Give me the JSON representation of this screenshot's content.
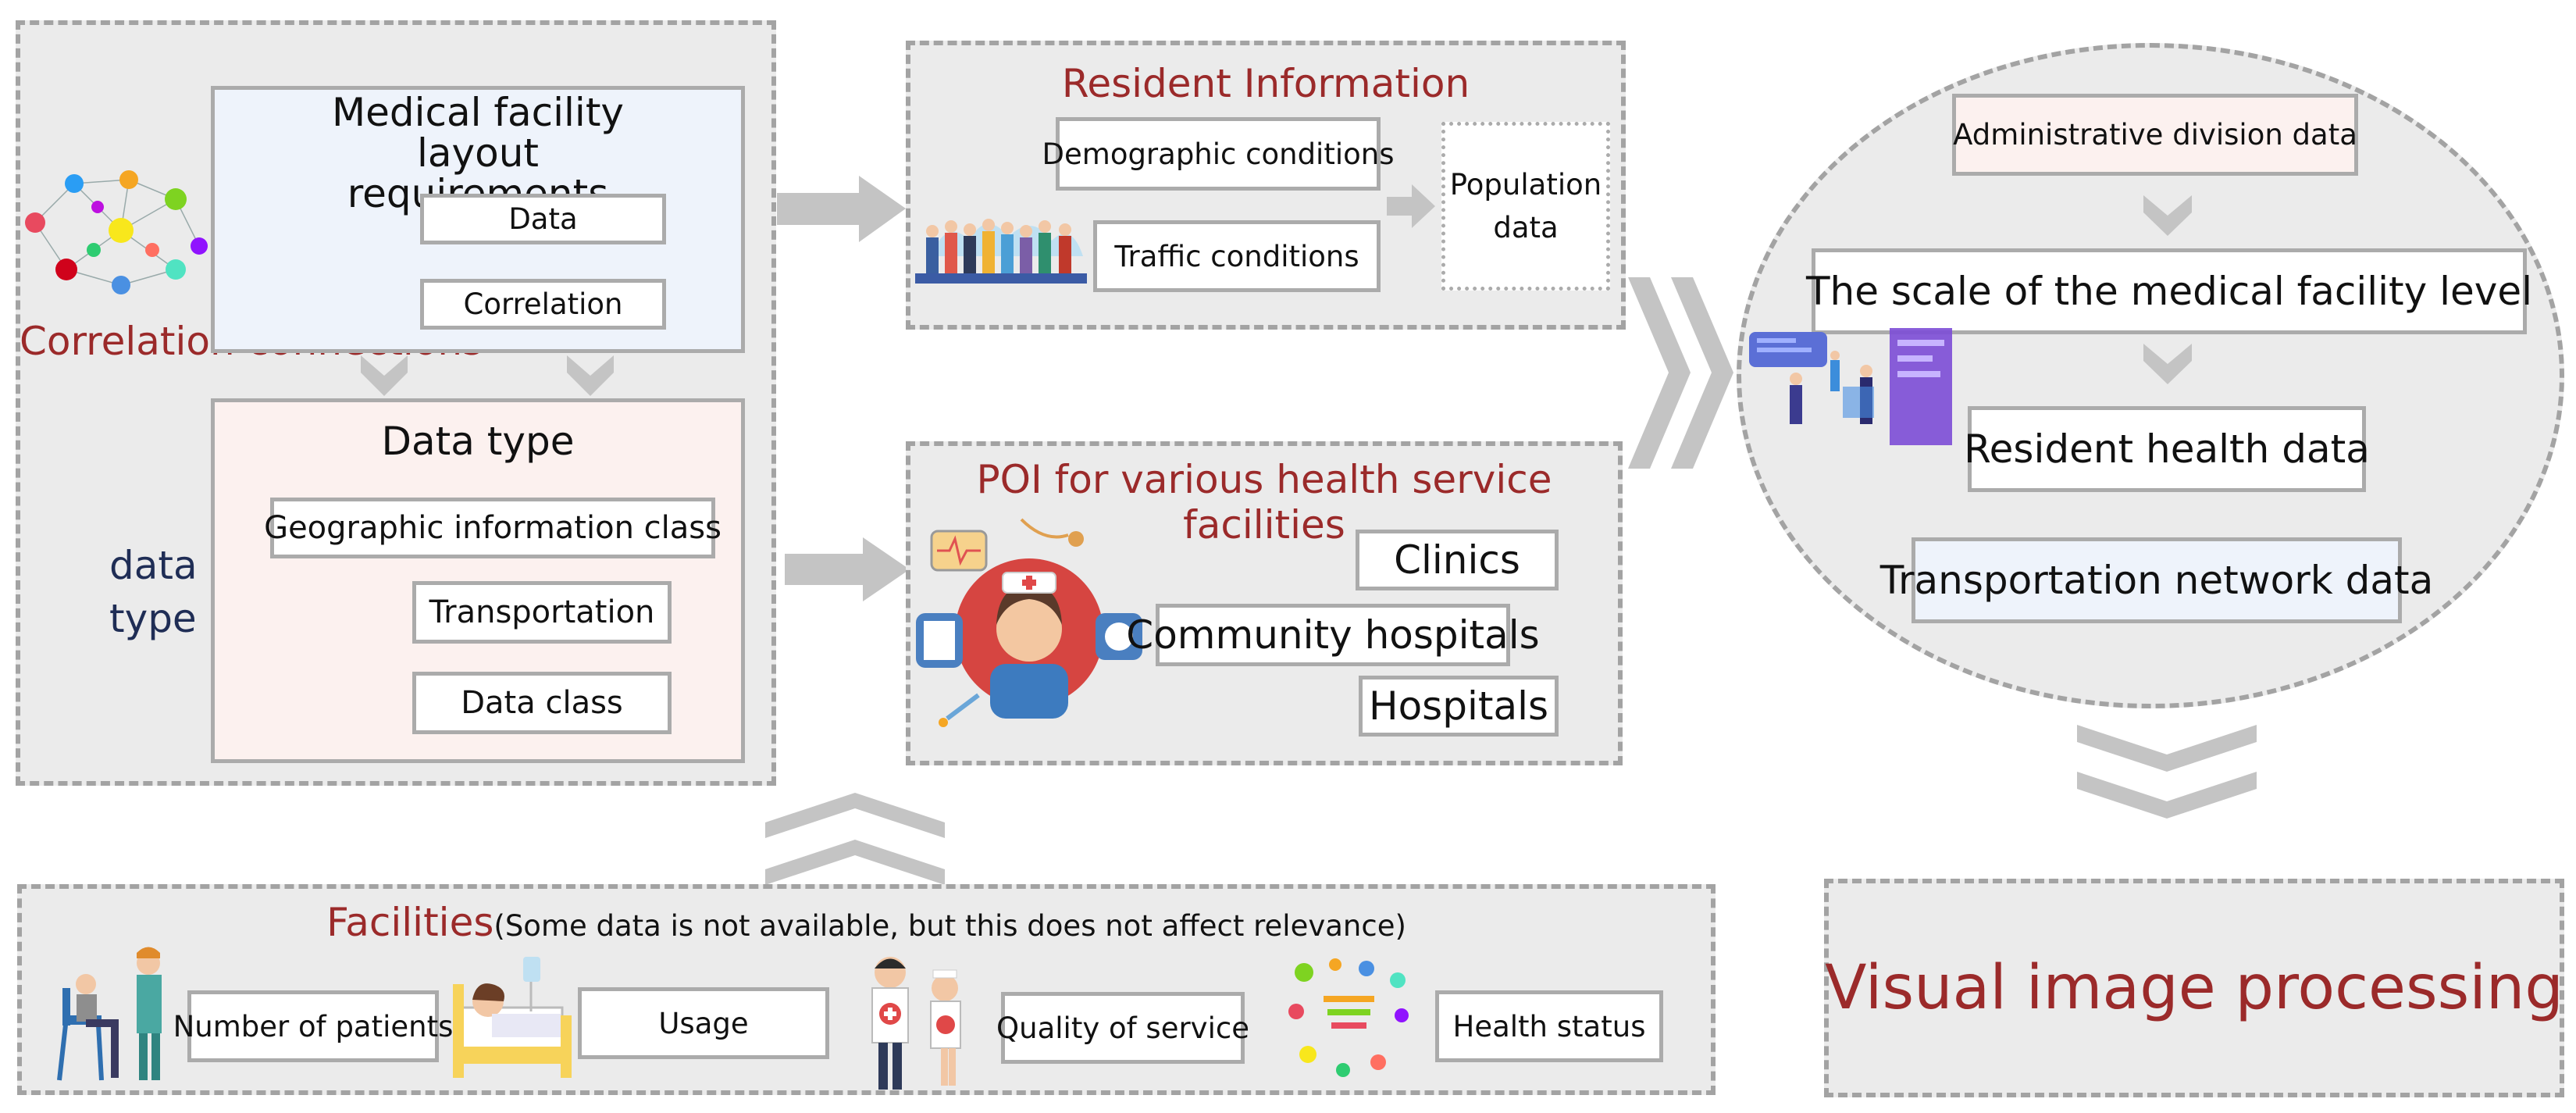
{
  "left_panel": {
    "requirements_title": "Medical facility layout requirements",
    "requirement_items": [
      "Data",
      "Correlation"
    ],
    "correlation_label": "Correlation connections",
    "data_type_side_label": "data type",
    "data_type_title": "Data type",
    "data_type_items": [
      "Geographic information class",
      "Transportation",
      "Data class"
    ]
  },
  "resident_panel": {
    "title": "Resident Information",
    "items": [
      "Demographic conditions",
      "Traffic conditions"
    ],
    "result": "Population data"
  },
  "poi_panel": {
    "title": "POI for various health service facilities",
    "items": [
      "Clinics",
      "Community hospitals",
      "Hospitals"
    ]
  },
  "oval_panel": {
    "items": [
      "Administrative division data",
      "The scale of the medical facility level",
      "Resident health data",
      "Transportation network data"
    ]
  },
  "facilities_panel": {
    "title": "Facilities",
    "subtitle": "(Some data is not available, but this does not affect relevance)",
    "items": [
      "Number of patients",
      "Usage",
      "Quality of service",
      "Health status"
    ]
  },
  "output": {
    "label": "Visual image processing"
  },
  "colors": {
    "accent_red": "#9b2a2a",
    "label_navy": "#1f2d55",
    "panel_fill": "#ebebeb",
    "border_gray": "#a3a3a3",
    "arrow_gray": "#c4c4c4"
  }
}
